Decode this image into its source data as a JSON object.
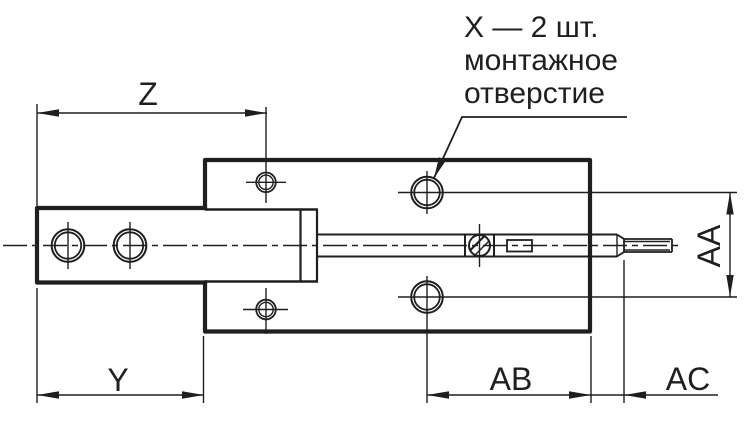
{
  "drawing": {
    "callout": {
      "line1": "X — 2 шт.",
      "line2": "монтажное",
      "line3": "отверстие"
    },
    "dimensions": {
      "z": "Z",
      "y": "Y",
      "ab": "AB",
      "ac": "AC",
      "aa": "AA"
    },
    "colors": {
      "line": "#1f1f1f",
      "background": "#ffffff"
    }
  }
}
